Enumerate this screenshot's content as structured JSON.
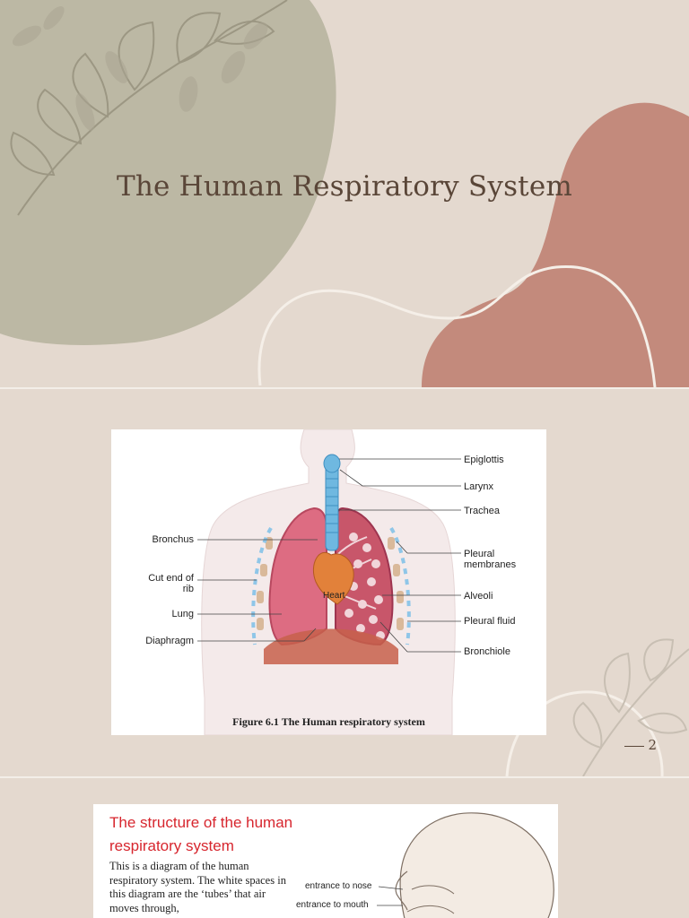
{
  "slide1": {
    "title": "The Human Respiratory System"
  },
  "slide2": {
    "figure": {
      "labels_right": [
        "Epiglottis",
        "Larynx",
        "Trachea",
        "Pleural membranes",
        "Alveoli",
        "Pleural fluid",
        "Bronchiole"
      ],
      "labels_left": [
        "Bronchus",
        "Cut end of rib",
        "Lung",
        "Diaphragm"
      ],
      "heart_label": "Heart",
      "caption": "Figure 6.1 The Human respiratory system"
    },
    "page_number": "2"
  },
  "slide3": {
    "heading": "The structure of the human respiratory system",
    "body": "This is a diagram of the human respiratory system. The white spaces in this diagram are the ‘tubes’ that air moves through,",
    "labels": [
      "entrance to nose",
      "entrance to mouth"
    ]
  },
  "colors": {
    "background": "#e4d9cf",
    "sage": "#bcb8a4",
    "terracotta": "#c38a7c",
    "title_text": "#5a4638",
    "heading_red": "#d7262e"
  }
}
